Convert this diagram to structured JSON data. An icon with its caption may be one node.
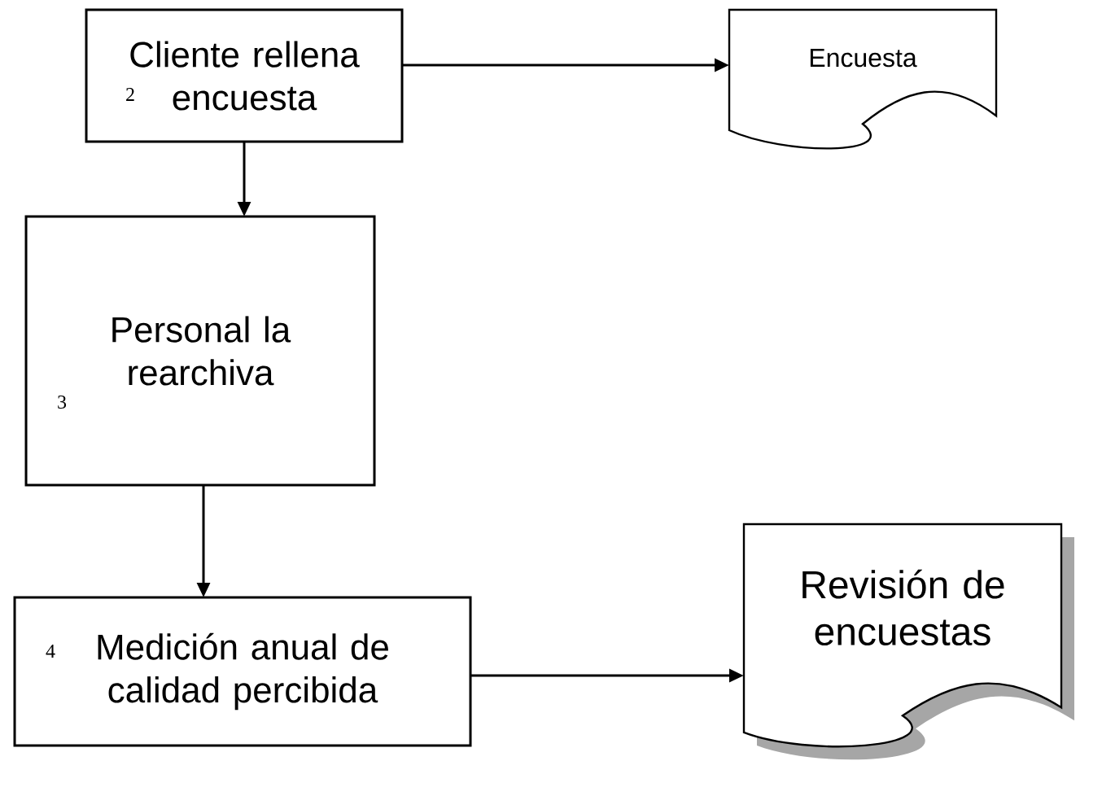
{
  "diagram": {
    "nodes": [
      {
        "text": [
          "Cliente rellena encuesta"
        ]
      },
      {
        "text": [
          "Encuesta"
        ]
      },
      {
        "text": [
          "Personal la rearchiva"
        ]
      },
      {
        "text": [
          "Medición anual de calidad percibida"
        ]
      },
      {
        "text": [
          "Revisión de encuestas"
        ]
      }
    ],
    "edges": [
      {
        "from": 0,
        "to": 1,
        "arrow": "to"
      },
      {
        "from": 0,
        "to": 2,
        "arrow": "to"
      },
      {
        "from": 2,
        "to": 3,
        "arrow": "to"
      },
      {
        "from": 3,
        "to": 4,
        "arrow": "to"
      }
    ],
    "labels": [
      "2",
      "3",
      "4"
    ]
  }
}
